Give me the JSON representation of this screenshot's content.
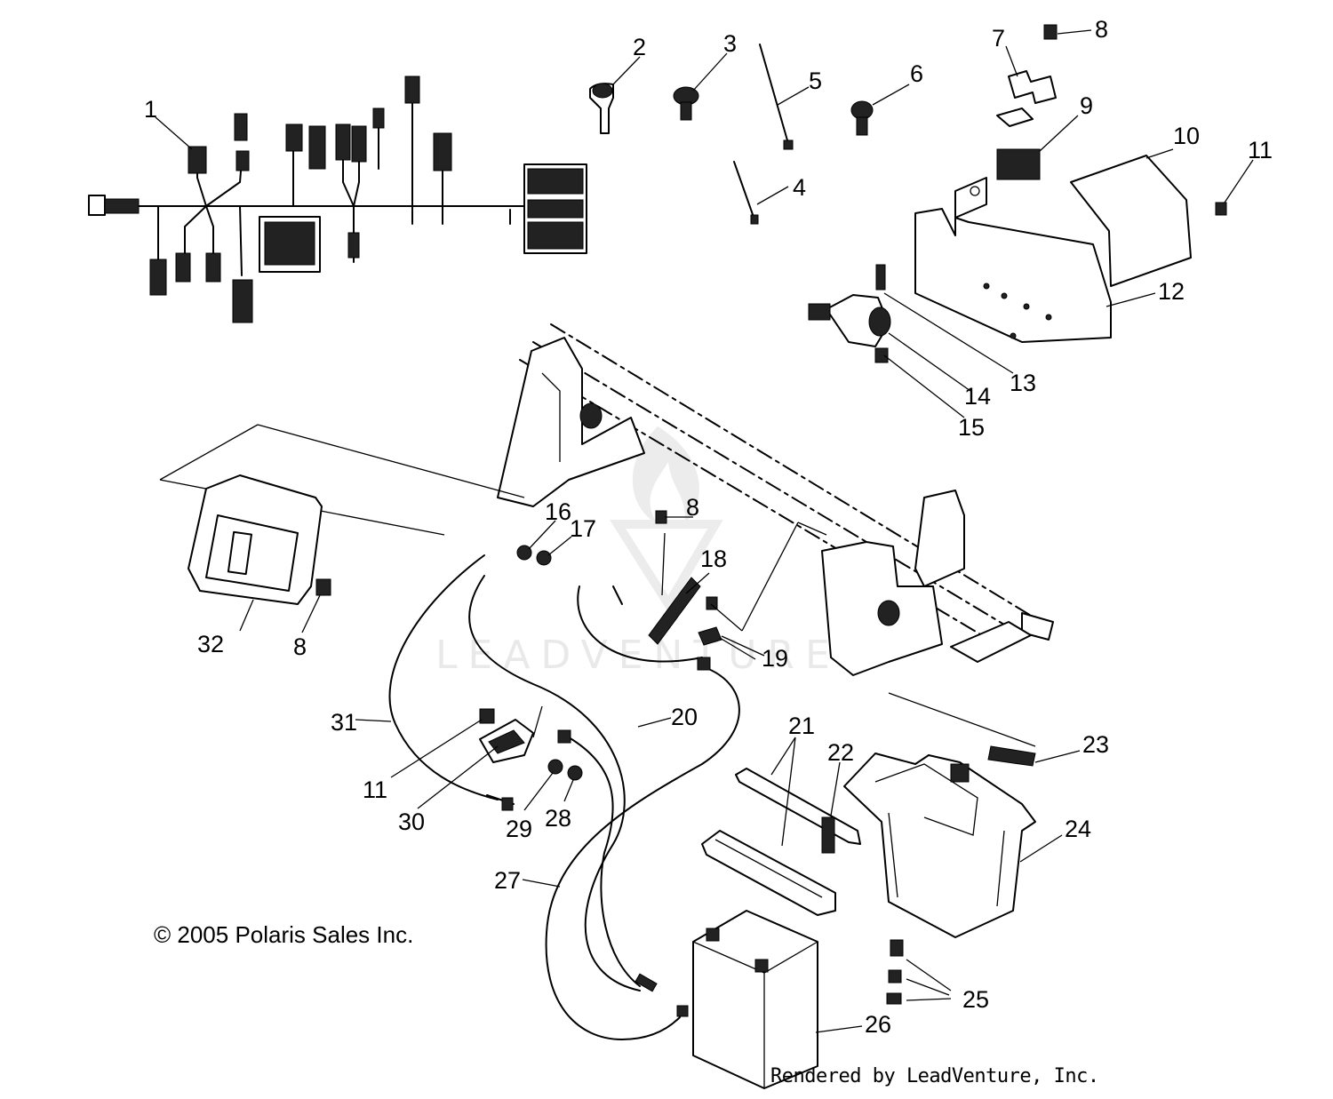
{
  "diagram": {
    "callouts": [
      {
        "id": "c1",
        "label": "1"
      },
      {
        "id": "c2",
        "label": "2"
      },
      {
        "id": "c3",
        "label": "3"
      },
      {
        "id": "c4",
        "label": "4"
      },
      {
        "id": "c5",
        "label": "5"
      },
      {
        "id": "c6",
        "label": "6"
      },
      {
        "id": "c7",
        "label": "7"
      },
      {
        "id": "c8a",
        "label": "8"
      },
      {
        "id": "c9",
        "label": "9"
      },
      {
        "id": "c10",
        "label": "10"
      },
      {
        "id": "c11a",
        "label": "11"
      },
      {
        "id": "c12",
        "label": "12"
      },
      {
        "id": "c13",
        "label": "13"
      },
      {
        "id": "c14",
        "label": "14"
      },
      {
        "id": "c15",
        "label": "15"
      },
      {
        "id": "c16",
        "label": "16"
      },
      {
        "id": "c17",
        "label": "17"
      },
      {
        "id": "c8b",
        "label": "8"
      },
      {
        "id": "c18",
        "label": "18"
      },
      {
        "id": "c19",
        "label": "19"
      },
      {
        "id": "c32",
        "label": "32"
      },
      {
        "id": "c8c",
        "label": "8"
      },
      {
        "id": "c20",
        "label": "20"
      },
      {
        "id": "c31",
        "label": "31"
      },
      {
        "id": "c11b",
        "label": "11"
      },
      {
        "id": "c30",
        "label": "30"
      },
      {
        "id": "c29",
        "label": "29"
      },
      {
        "id": "c28",
        "label": "28"
      },
      {
        "id": "c21",
        "label": "21"
      },
      {
        "id": "c22",
        "label": "22"
      },
      {
        "id": "c23",
        "label": "23"
      },
      {
        "id": "c24",
        "label": "24"
      },
      {
        "id": "c27",
        "label": "27"
      },
      {
        "id": "c25",
        "label": "25"
      },
      {
        "id": "c26",
        "label": "26"
      }
    ],
    "copyright": "© 2005 Polaris Sales Inc.",
    "rendered_by": "Rendered by LeadVenture, Inc.",
    "watermark": "LEADVENTURE"
  }
}
